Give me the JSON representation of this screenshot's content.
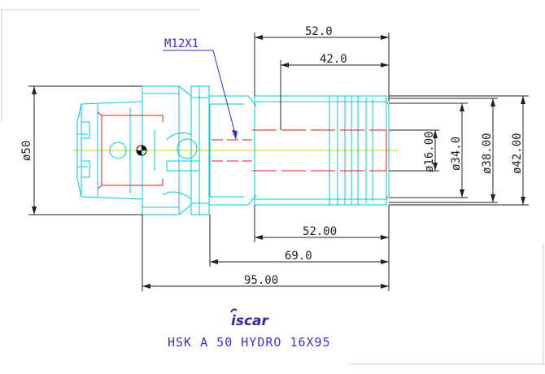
{
  "drawing": {
    "thread_label": "M12X1",
    "dims_top": [
      "52.0",
      "42.0"
    ],
    "dims_bottom": [
      "52.00",
      "69.0",
      "95.00"
    ],
    "dims_right": [
      "ø16.00",
      "ø34.0",
      "ø38.00",
      "ø42.00"
    ],
    "dim_left": "ø50",
    "logo": "iscar",
    "title": "HSK A 50 HYDRO 16X95"
  },
  "colors": {
    "outline": "#00c8d8",
    "hidden": "#e01818",
    "dimension": "#202020",
    "center": "#d8d000",
    "label": "#3030c8"
  }
}
